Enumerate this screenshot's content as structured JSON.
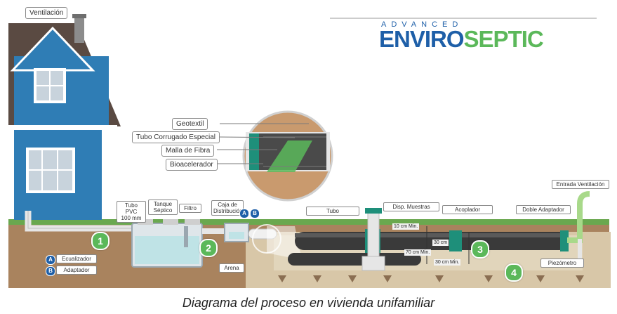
{
  "brand": {
    "tagline": "ADVANCED",
    "name_part1": "ENVIRO",
    "name_part2": "SEPTIC",
    "color_blue": "#1e5fa8",
    "color_green": "#5bb85a"
  },
  "labels": {
    "ventilacion": "Ventilación",
    "geotextil": "Geotextil",
    "tubo_corrugado": "Tubo Corrugado Especial",
    "malla_fibra": "Malla de Fibra",
    "bioacelerador": "Bioacelerador",
    "tubo_pvc": "Tubo PVC\n100 mm",
    "tanque_septico": "Tanque\nSéptico",
    "filtro": "Filtro",
    "caja_distribucion": "Caja de\nDistribución",
    "tubo": "Tubo",
    "disp_muestras": "Disp. Muestras",
    "acoplador": "Acoplador",
    "doble_adaptador": "Doble Adaptador",
    "entrada_ventilacion": "Entrada Ventilación",
    "piezometro": "Piezómetro",
    "arena": "Arena",
    "ecualizador": "Ecualizador",
    "adaptador": "Adaptador"
  },
  "dimensions": {
    "d10": "10 cm Min.",
    "d30a": "30 cm",
    "d70": "70 cm Min.",
    "d30b": "30 cm Min."
  },
  "markers": {
    "n1": "1",
    "n2": "2",
    "n3": "3",
    "n4": "4",
    "a": "A",
    "b": "B"
  },
  "caption": "Diagrama del proceso en vivienda unifamiliar"
}
